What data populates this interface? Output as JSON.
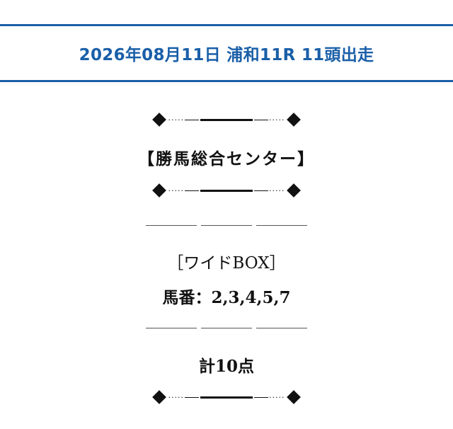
{
  "header": {
    "title": "2026年08月11日 浦和11R 11頭出走"
  },
  "source": {
    "name": "【勝馬総合センター】"
  },
  "bet": {
    "type": "［ワイドBOX］",
    "horses": "馬番：2,3,4,5,7",
    "total": "計10点"
  },
  "colors": {
    "accent": "#1a5fa8",
    "text": "#111111"
  }
}
